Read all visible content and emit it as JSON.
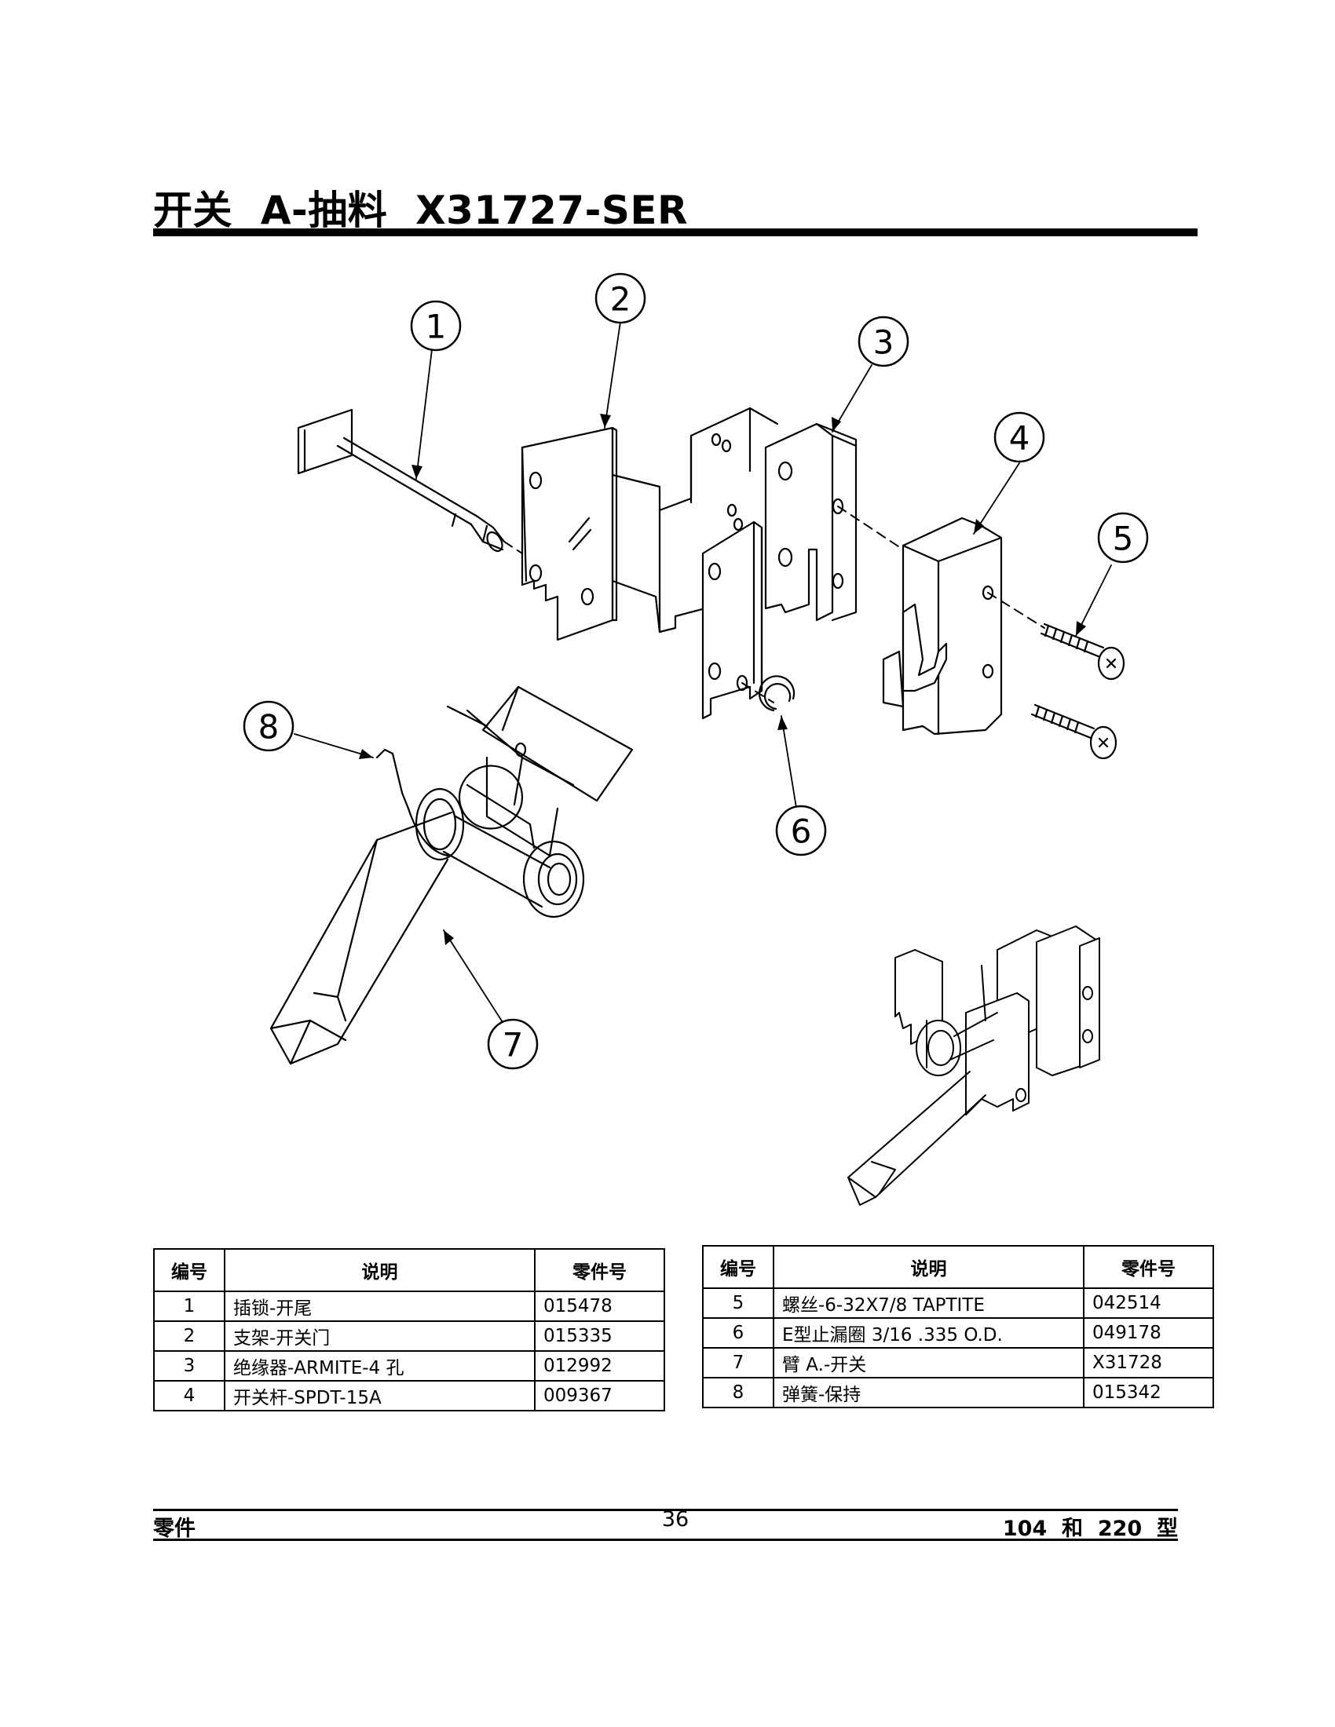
{
  "page": {
    "title": "开关  A-抽料  X31727-SER"
  },
  "diagram": {
    "callouts": [
      "1",
      "2",
      "3",
      "4",
      "5",
      "6",
      "7",
      "8"
    ]
  },
  "tables": {
    "headers": {
      "no": "编号",
      "desc": "说明",
      "pn": "零件号"
    },
    "left": [
      {
        "no": "1",
        "desc": "插锁-开尾",
        "pn": "015478"
      },
      {
        "no": "2",
        "desc": "支架-开关门",
        "pn": "015335"
      },
      {
        "no": "3",
        "desc": "绝缘器-ARMITE-4  孔",
        "pn": "012992"
      },
      {
        "no": "4",
        "desc": "开关杆-SPDT-15A",
        "pn": "009367"
      }
    ],
    "right": [
      {
        "no": "5",
        "desc": "螺丝-6-32X7/8 TAPTITE",
        "pn": "042514"
      },
      {
        "no": "6",
        "desc": "E型止漏圈  3/16 .335 O.D.",
        "pn": "049178"
      },
      {
        "no": "7",
        "desc": "臂  A.-开关",
        "pn": "X31728"
      },
      {
        "no": "8",
        "desc": "弹簧-保持",
        "pn": "015342"
      }
    ]
  },
  "footer": {
    "left": "零件",
    "page_number": "36",
    "right": "104  和  220  型"
  }
}
